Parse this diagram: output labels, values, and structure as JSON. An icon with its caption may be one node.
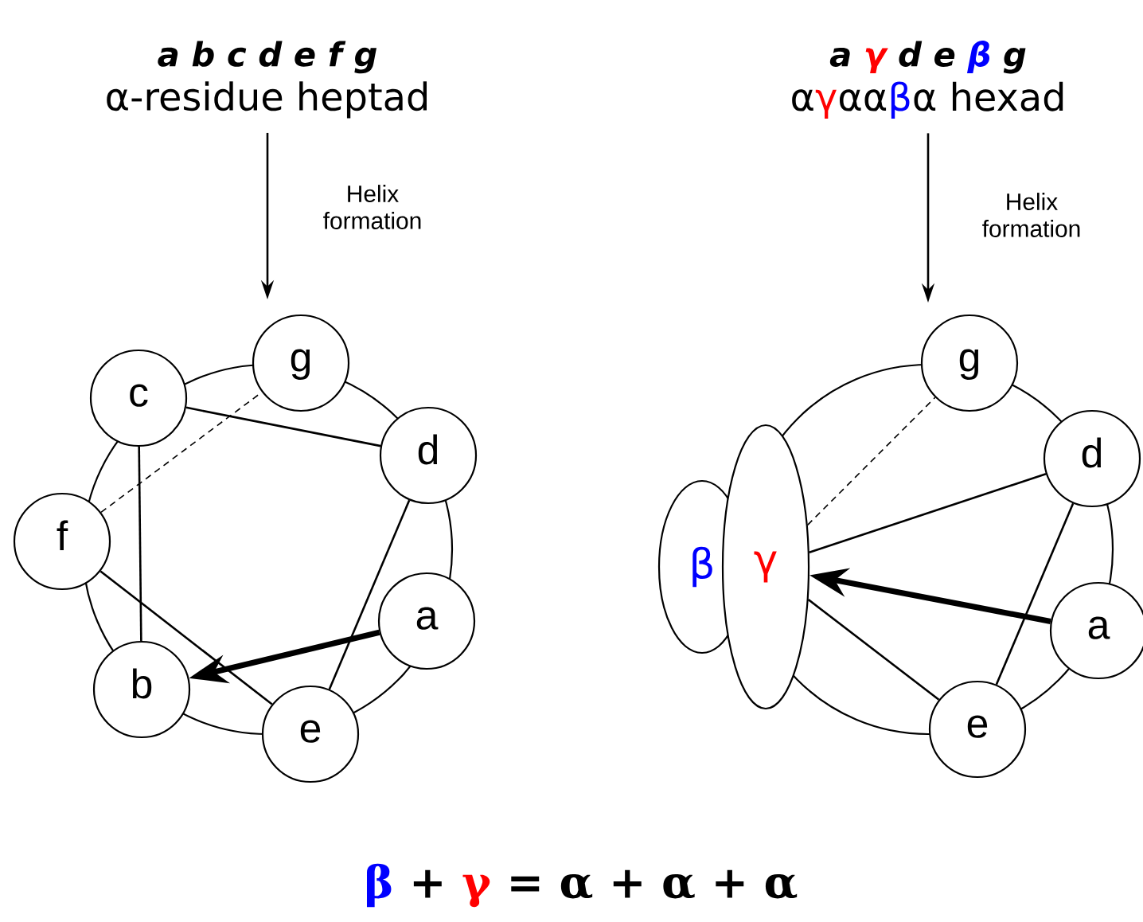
{
  "diagram": {
    "nodes": [
      {
        "text": [
          "a b c d e f g",
          "α-residue heptad"
        ]
      },
      {
        "text": [
          "a"
        ]
      },
      {
        "text": [
          "b"
        ]
      },
      {
        "text": [
          "c"
        ]
      },
      {
        "text": [
          "d"
        ]
      },
      {
        "text": [
          "e"
        ]
      },
      {
        "text": [
          "f"
        ]
      },
      {
        "text": [
          "g"
        ]
      },
      {
        "text": [
          "a",
          "γ",
          "d",
          "e",
          "β",
          "g",
          "α",
          "γ",
          "αα",
          "β",
          "α",
          "hexad"
        ]
      },
      {
        "text": [
          "β"
        ]
      },
      {
        "text": [
          "γ"
        ]
      },
      {
        "text": [
          "g"
        ]
      },
      {
        "text": [
          "d"
        ]
      },
      {
        "text": [
          "a"
        ]
      },
      {
        "text": [
          "e"
        ]
      }
    ],
    "edges": [
      {
        "from": 0,
        "to": null,
        "arrow": "to",
        "label": "Helix formation"
      },
      {
        "from": 1,
        "to": 2,
        "arrow": "to",
        "style": "thick"
      },
      {
        "from": 2,
        "to": 3,
        "arrow": "none"
      },
      {
        "from": 3,
        "to": 4,
        "arrow": "none"
      },
      {
        "from": 4,
        "to": 5,
        "arrow": "none"
      },
      {
        "from": 5,
        "to": 6,
        "arrow": "none"
      },
      {
        "from": 6,
        "to": 7,
        "arrow": "none",
        "style": "dashed"
      },
      {
        "from": 8,
        "to": null,
        "arrow": "to",
        "label": "Helix formation"
      },
      {
        "from": 13,
        "to": 10,
        "arrow": "to",
        "style": "thick"
      },
      {
        "from": 10,
        "to": 12,
        "arrow": "none"
      },
      {
        "from": 12,
        "to": 14,
        "arrow": "none"
      },
      {
        "from": 14,
        "to": 10,
        "arrow": "none"
      },
      {
        "from": 10,
        "to": 11,
        "arrow": "none",
        "style": "dashed"
      }
    ],
    "labels": [
      "β",
      "+",
      "γ",
      "=",
      "α",
      "+",
      "α",
      "+",
      "α"
    ]
  }
}
